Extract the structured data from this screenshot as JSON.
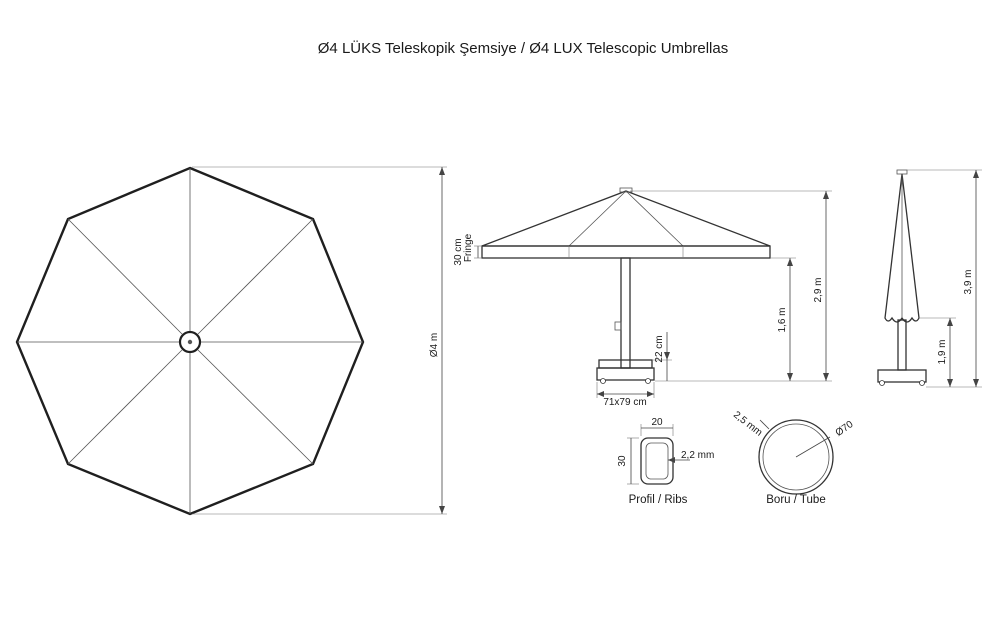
{
  "title": "Ø4 LÜKS Teleskopik Şemsiye / Ø4 LUX Telescopic Umbrellas",
  "top_view": {
    "diameter_label": "Ø4 m"
  },
  "side_view": {
    "fringe_height_label": "30 cm",
    "fringe_label": "Fringe",
    "total_height_label": "2,9 m",
    "canopy_clearance_label": "1,6 m",
    "base_height_label": "22 cm",
    "base_size_label": "71x79 cm"
  },
  "closed_view": {
    "total_height_label": "3,9 m",
    "clearance_label": "1,9 m"
  },
  "profile_detail": {
    "width_label": "20",
    "height_label": "30",
    "wall_label": "2,2 mm",
    "caption": "Profil / Ribs"
  },
  "tube_detail": {
    "wall_label": "2,5 mm",
    "diameter_label": "Ø70",
    "caption": "Boru / Tube"
  }
}
